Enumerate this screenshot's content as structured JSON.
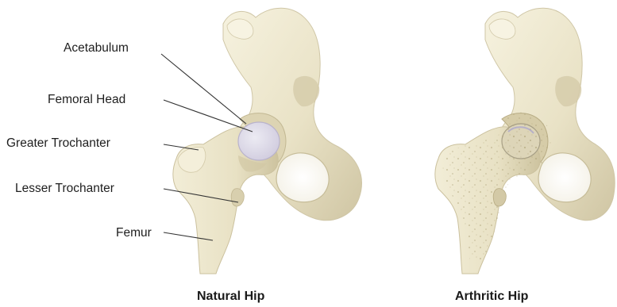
{
  "labels": {
    "acetabulum": "Acetabulum",
    "femoral_head": "Femoral Head",
    "greater_trochanter": "Greater Trochanter",
    "lesser_trochanter": "Lesser Trochanter",
    "femur": "Femur"
  },
  "captions": {
    "natural": "Natural Hip",
    "arthritic": "Arthritic Hip"
  },
  "colors": {
    "bone": "#ece6cc",
    "bone_shade": "#c9c0a0",
    "cartilage": "#d9d6e6",
    "leader_line": "#333333"
  }
}
